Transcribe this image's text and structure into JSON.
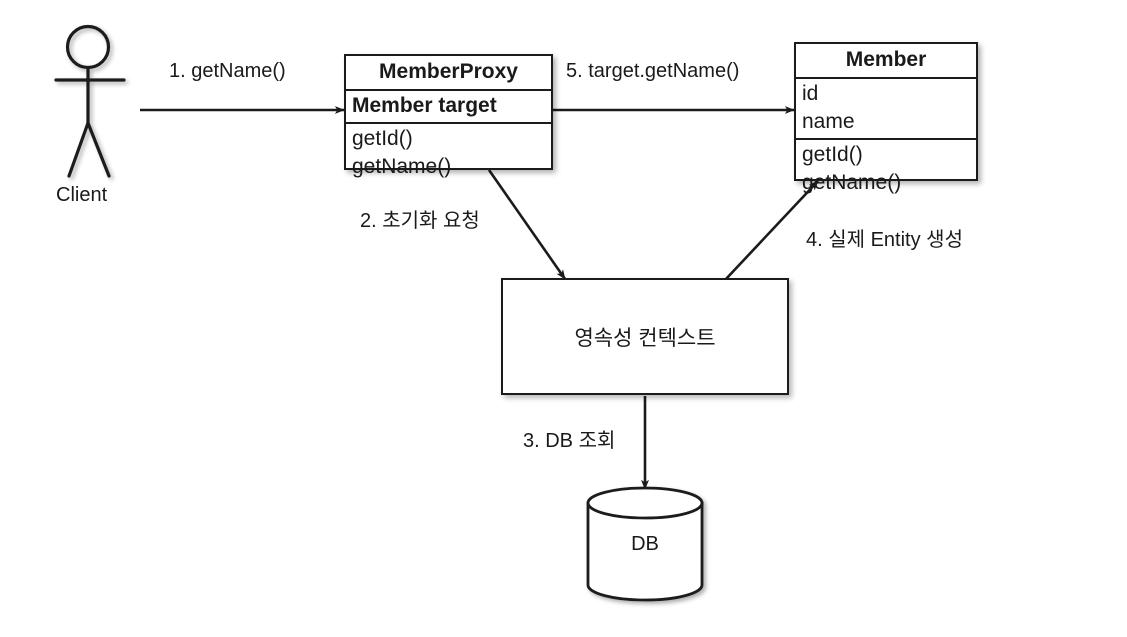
{
  "diagram": {
    "title": "JPA Proxy lazy-loading sequence diagram",
    "background_color": "#ffffff",
    "stroke_color": "#1b1b1b"
  },
  "actor": {
    "name": "client-actor",
    "label": "Client",
    "icon": "stick-figure-icon"
  },
  "classes": [
    {
      "id": "memberproxy",
      "title": "MemberProxy",
      "attributes": [
        {
          "text": "Member target",
          "bold": true
        }
      ],
      "operations": [
        "getId()",
        "getName()"
      ]
    },
    {
      "id": "member",
      "title": "Member",
      "attributes": [
        {
          "text": "id",
          "bold": false
        },
        {
          "text": "name",
          "bold": false
        }
      ],
      "operations": [
        "getId()",
        "getName()"
      ]
    }
  ],
  "nodes": {
    "persistence_context": {
      "label": "영속성 컨텍스트"
    },
    "database": {
      "label": "DB",
      "icon": "database-cylinder-icon"
    }
  },
  "arrows": [
    {
      "id": "step-1",
      "label": "1. getName()",
      "from": "Client",
      "to": "MemberProxy"
    },
    {
      "id": "step-5",
      "label": "5. target.getName()",
      "from": "MemberProxy",
      "to": "Member"
    },
    {
      "id": "step-2",
      "label": "2. 초기화 요청",
      "from": "MemberProxy",
      "to": "영속성 컨텍스트"
    },
    {
      "id": "step-3",
      "label": "3. DB 조회",
      "from": "영속성 컨텍스트",
      "to": "DB"
    },
    {
      "id": "step-4",
      "label": "4. 실제 Entity 생성",
      "from": "영속성 컨텍스트",
      "to": "Member"
    }
  ]
}
